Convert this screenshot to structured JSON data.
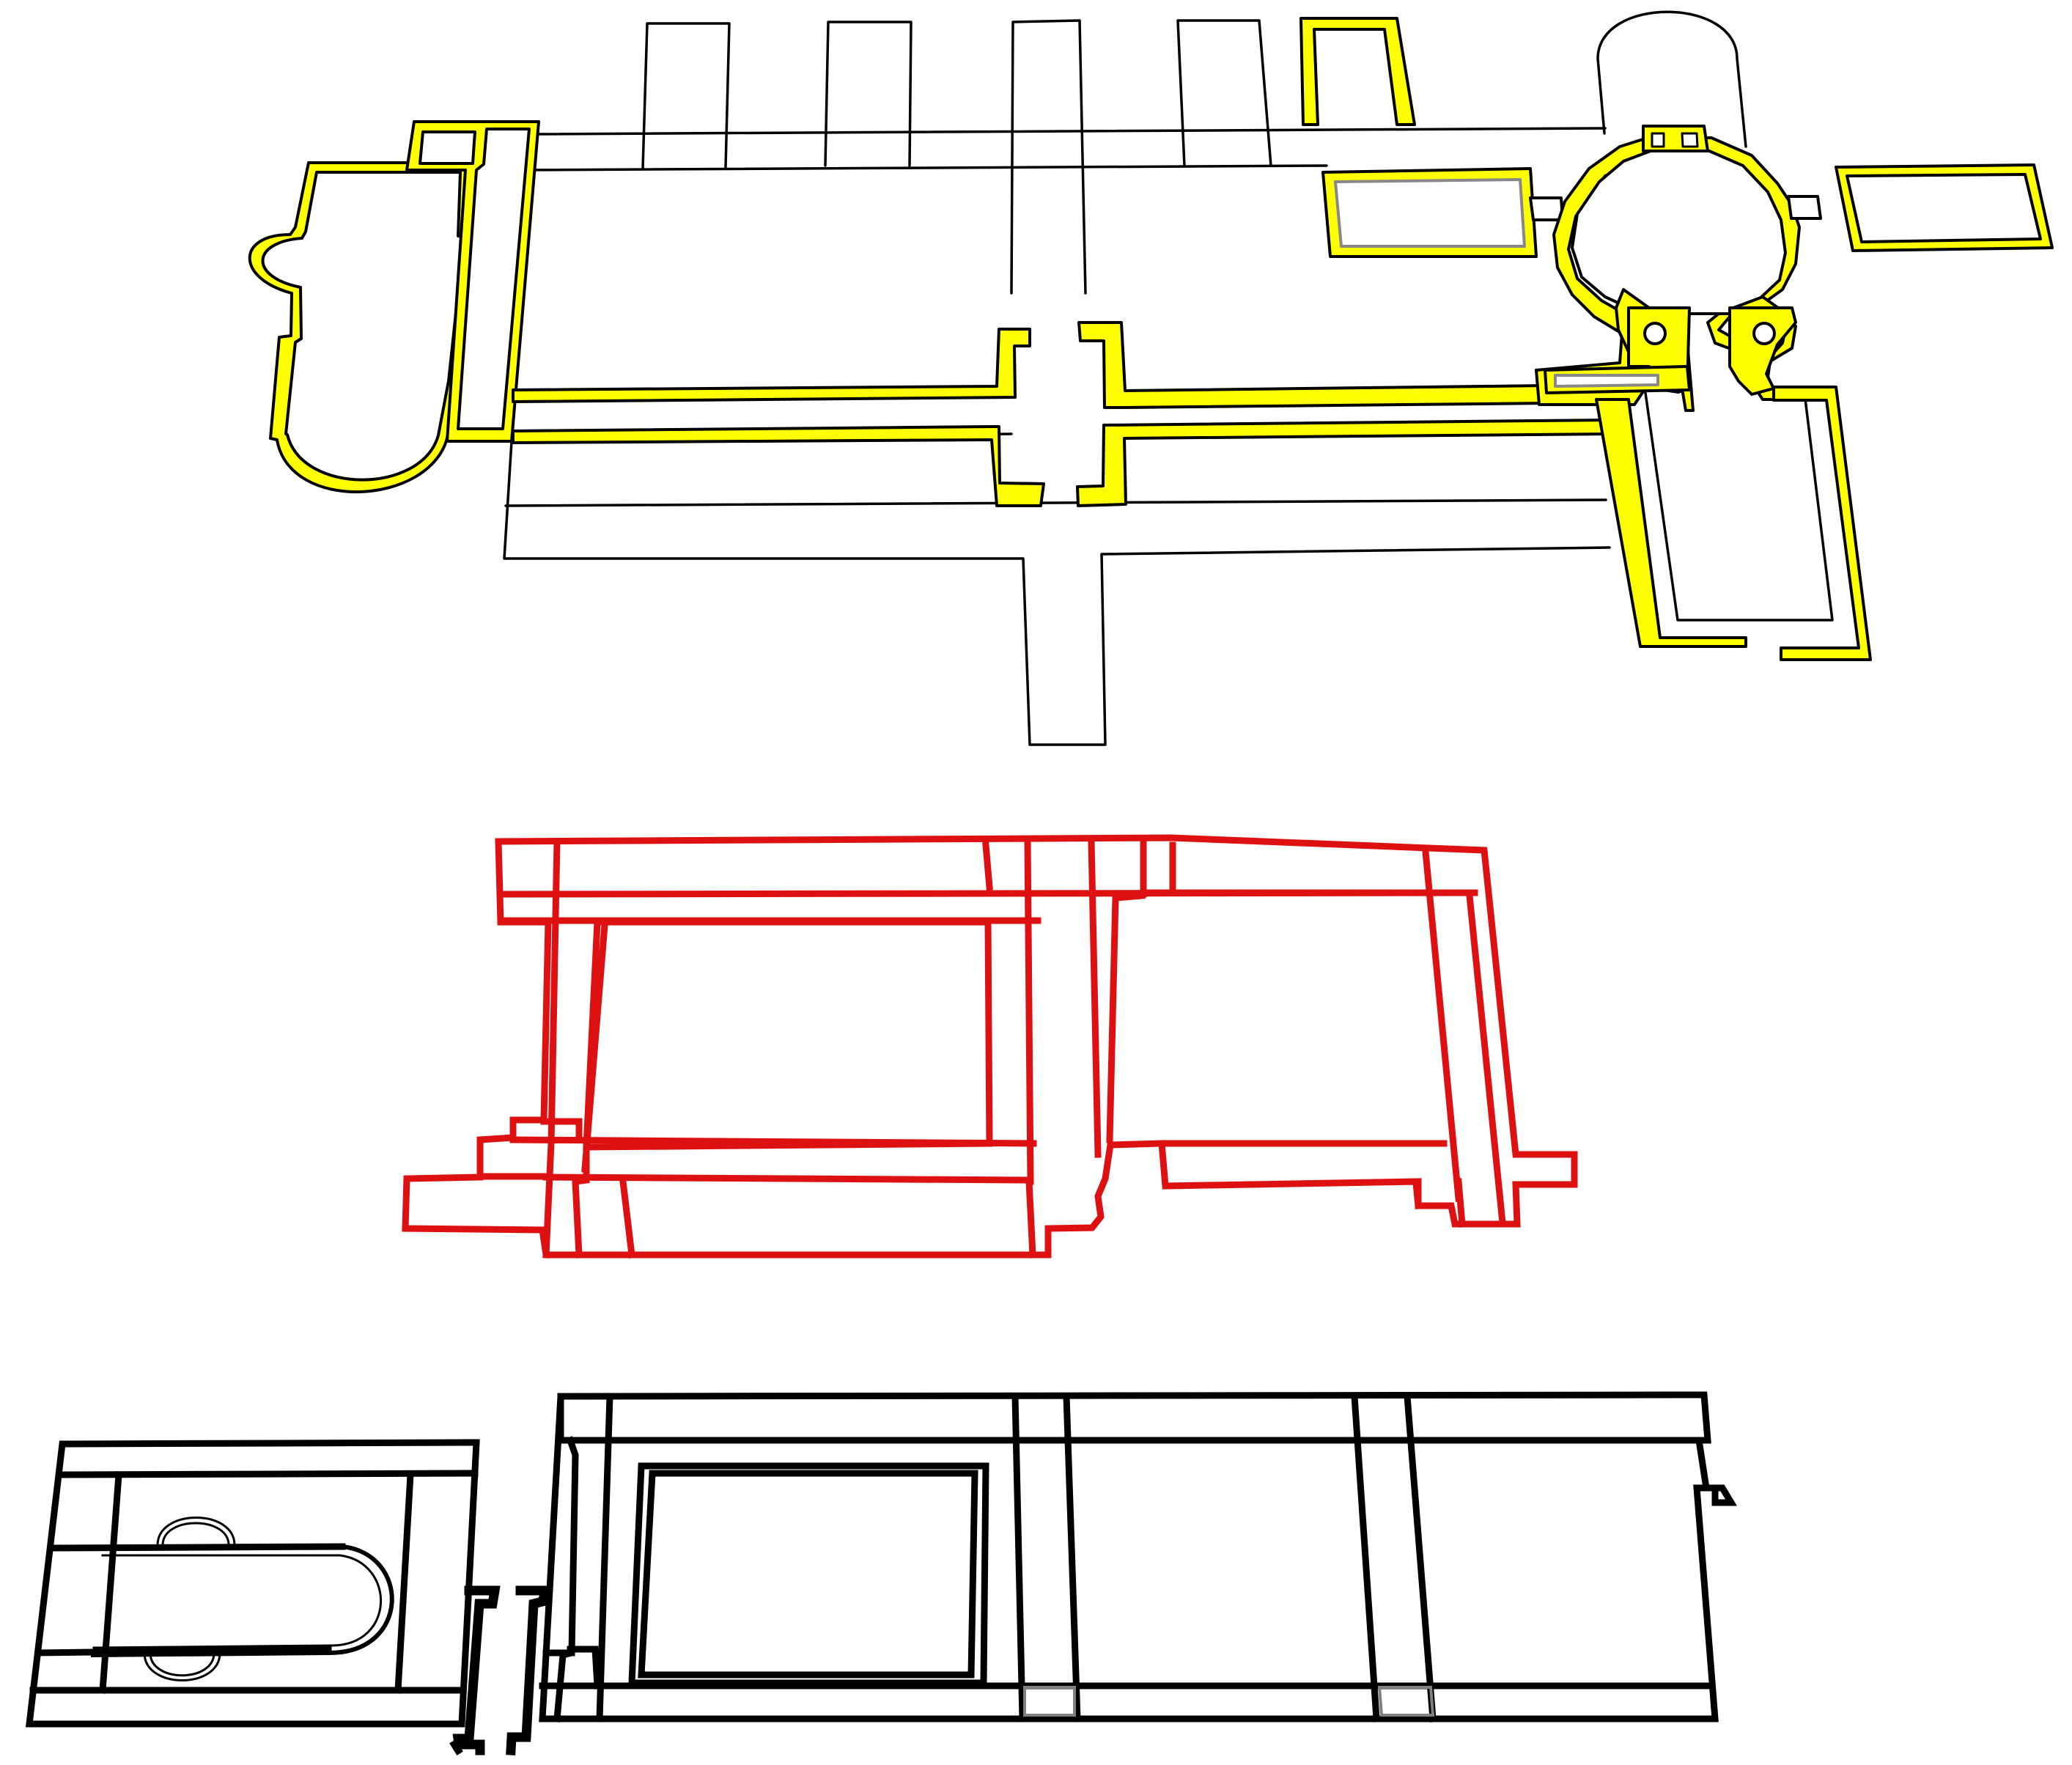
{
  "colors": {
    "background": "#ffffff",
    "outline": "#000000",
    "highlight_fill": "#ffff00",
    "overlay_plan": "#dd1111",
    "light_fill": "#c8c8c8",
    "grey_stroke": "#808080"
  },
  "plans": [
    {
      "id": "top-plan",
      "style": "outline-with-yellow-highlight"
    },
    {
      "id": "middle-plan",
      "style": "red-outline"
    },
    {
      "id": "bottom-plan",
      "style": "black-outline"
    }
  ]
}
